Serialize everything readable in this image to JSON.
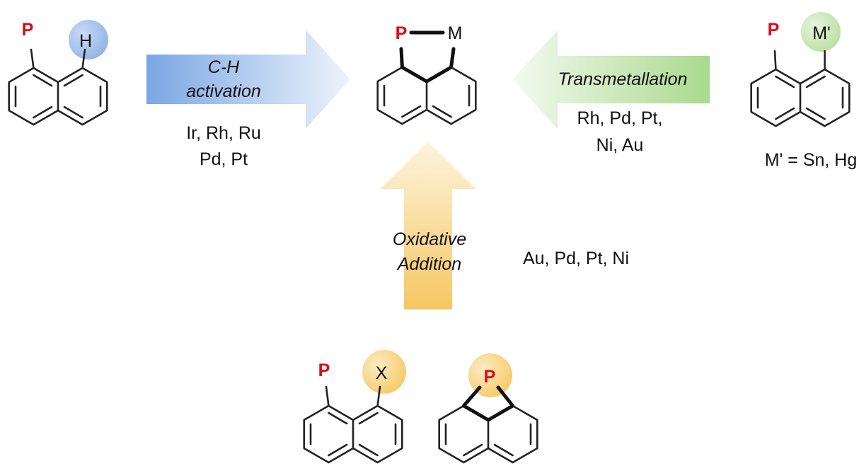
{
  "atoms": {
    "phosphorus": "P",
    "hydrogen": "H",
    "metal": "M",
    "metal_prime": "M'",
    "halogen": "X"
  },
  "arrows": {
    "ch_activation": {
      "line1": "C-H",
      "line2": "activation",
      "metals_line1": "Ir, Rh, Ru",
      "metals_line2": "Pd, Pt",
      "color": "#9bbbe6"
    },
    "transmetallation": {
      "label": "Transmetallation",
      "metals_line1": "Rh, Pd, Pt,",
      "metals_line2": "Ni, Au",
      "color": "#c8e6b4"
    },
    "oxidative_addition": {
      "line1": "Oxidative",
      "line2": "Addition",
      "metals": "Au, Pd, Pt, Ni",
      "color": "#f7d894"
    }
  },
  "substrates": {
    "transmetallation_condition": "M' = Sn, Hg"
  },
  "colors": {
    "phosphorus": "#e30613",
    "hydrogen_circle": "#a9c4ee",
    "metal_prime_circle": "#cfe8c0",
    "halogen_circle": "#f8d98e",
    "phosphetane_circle": "#f8d98e"
  }
}
